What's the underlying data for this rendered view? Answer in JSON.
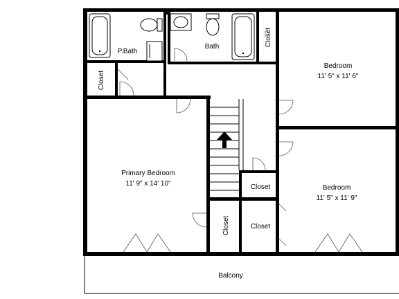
{
  "rooms": {
    "pbath": {
      "name": "P.Bath"
    },
    "bath": {
      "name": "Bath"
    },
    "closet_pbath": {
      "name": "Closet"
    },
    "closet_bath": {
      "name": "Closet"
    },
    "bedroom_top": {
      "name": "Bedroom",
      "dims": "11' 5\" x 11' 6\""
    },
    "primary_bedroom": {
      "name": "Primary Bedroom",
      "dims": "11' 9\" x 14' 10\""
    },
    "closet_mid": {
      "name": "Closet"
    },
    "bedroom_bottom": {
      "name": "Bedroom",
      "dims": "11' 5\" x 11' 9\""
    },
    "closet_hall": {
      "name": "Closet"
    },
    "closet_bottom": {
      "name": "Closet"
    },
    "balcony": {
      "name": "Balcony"
    }
  },
  "icons": {
    "stair_arrow": "up-arrow-icon",
    "toilet": "toilet-icon",
    "sink": "sink-icon",
    "bathtub": "bathtub-icon"
  },
  "colors": {
    "wall": "#000000",
    "background": "#ffffff",
    "door_line": "#555555"
  }
}
